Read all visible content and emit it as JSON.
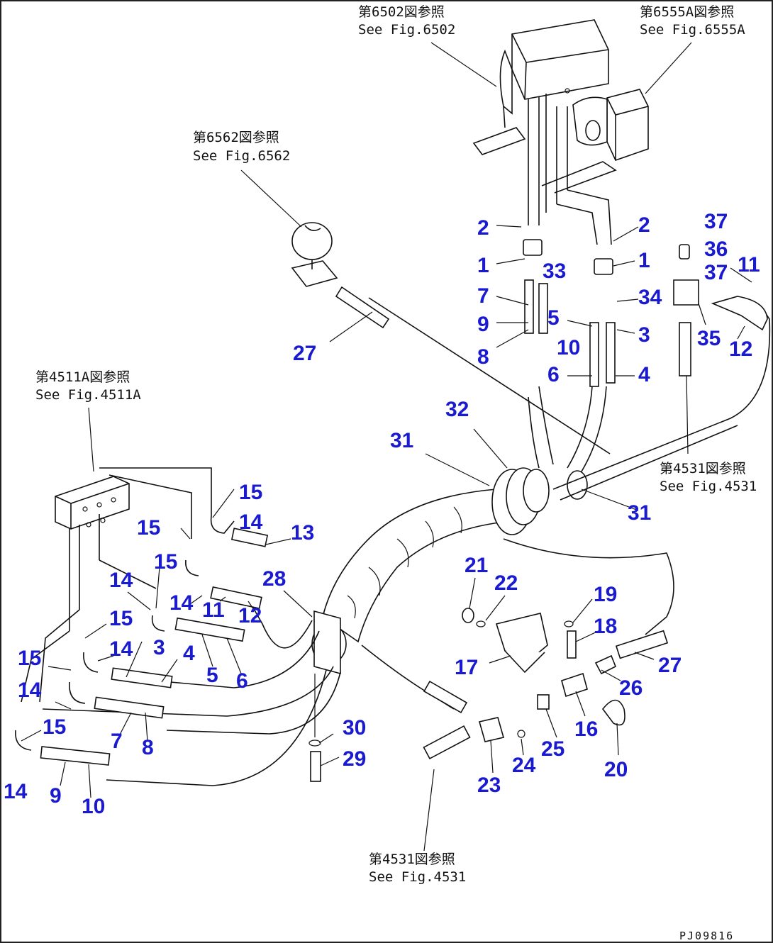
{
  "drawing": {
    "code": "PJ09816",
    "references": [
      {
        "jp": "第6502図参照",
        "en": "See Fig.6502"
      },
      {
        "jp": "第6555A図参照",
        "en": "See Fig.6555A"
      },
      {
        "jp": "第6562図参照",
        "en": "See Fig.6562"
      },
      {
        "jp": "第4511A図参照",
        "en": "See Fig.4511A"
      },
      {
        "jp": "第4531図参照",
        "en": "See Fig.4531"
      },
      {
        "jp": "第4531図参照",
        "en": "See Fig.4531"
      }
    ],
    "callouts": [
      "2",
      "37",
      "2",
      "36",
      "1",
      "1",
      "33",
      "37",
      "11",
      "7",
      "34",
      "5",
      "9",
      "3",
      "35",
      "12",
      "10",
      "27",
      "8",
      "6",
      "4",
      "32",
      "31",
      "31",
      "15",
      "14",
      "15",
      "13",
      "15",
      "28",
      "14",
      "14",
      "11",
      "12",
      "21",
      "22",
      "19",
      "15",
      "18",
      "14",
      "3",
      "4",
      "17",
      "27",
      "15",
      "5",
      "6",
      "26",
      "14",
      "16",
      "15",
      "25",
      "30",
      "7",
      "8",
      "20",
      "29",
      "24",
      "23",
      "14",
      "9",
      "10"
    ]
  }
}
